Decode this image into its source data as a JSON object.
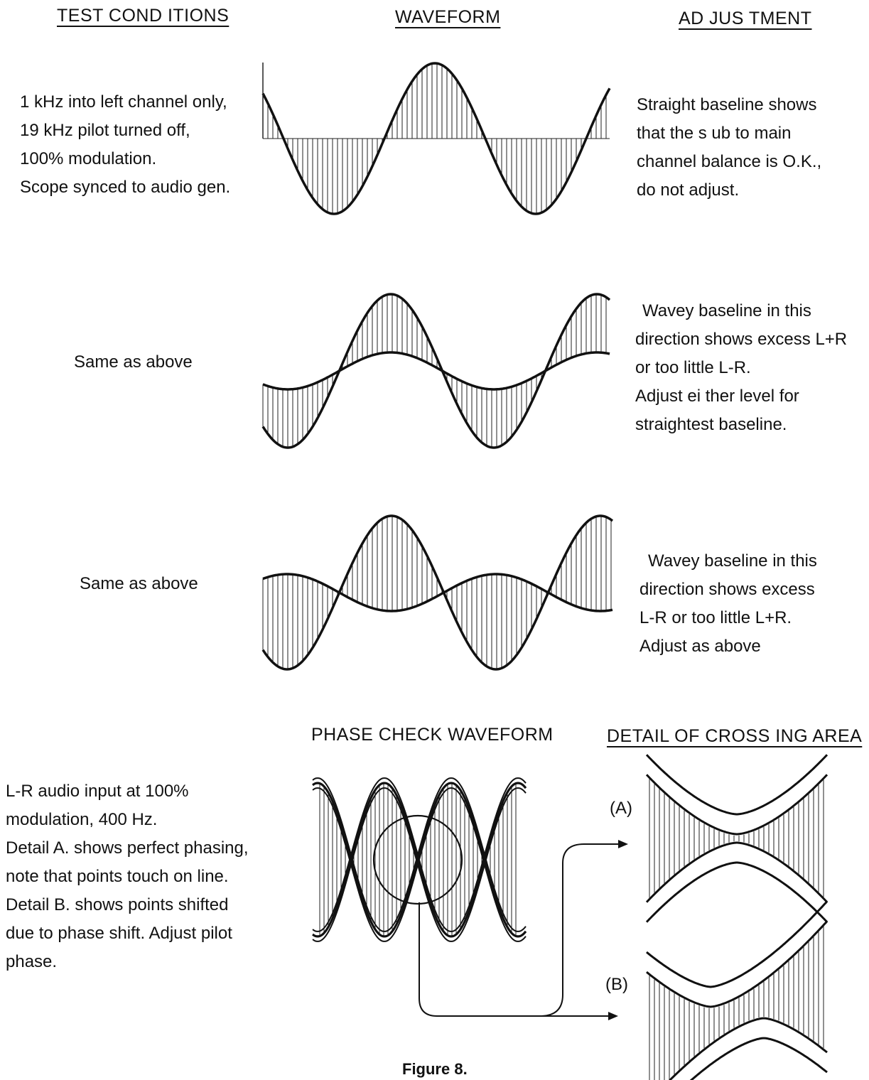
{
  "headers": {
    "test_conditions": "TEST COND ITIONS",
    "waveform": "WAVEFORM",
    "adjustment": "AD JUS TMENT",
    "phase_check": "PHASE CHECK WAVEFORM",
    "detail": "DETAIL OF CROSS ING AREA"
  },
  "rows": [
    {
      "condition": [
        "1 kHz into left channel only,",
        "19 kHz pilot turned off,",
        "100% modulation.",
        "Scope synced to audio gen."
      ],
      "adjustment": [
        "Straight baseline shows",
        "that the s ub to main",
        "channel balance is O.K.,",
        "do not adjust."
      ]
    },
    {
      "condition": [
        "Same as above"
      ],
      "adjustment": [
        "Wavey baseline in this",
        "direction shows excess L+R",
        "or too little L-R.",
        "Adjust ei ther level for",
        "straightest baseline."
      ]
    },
    {
      "condition": [
        "Same as above"
      ],
      "adjustment": [
        "Wavey baseline in this",
        "direction shows excess",
        "L-R or too little L+R.",
        "Adjust as above"
      ]
    }
  ],
  "phase_section": {
    "condition": [
      "L-R audio input at 100%",
      "modulation,  400 Hz.",
      "Detail A.  shows perfect phasing,",
      "note that points touch on line.",
      "Detail B.  shows points shifted",
      "due to phase shift.  Adjust pilot",
      "phase."
    ],
    "label_a": "(A)",
    "label_b": "(B)"
  },
  "caption": "Figure 8."
}
